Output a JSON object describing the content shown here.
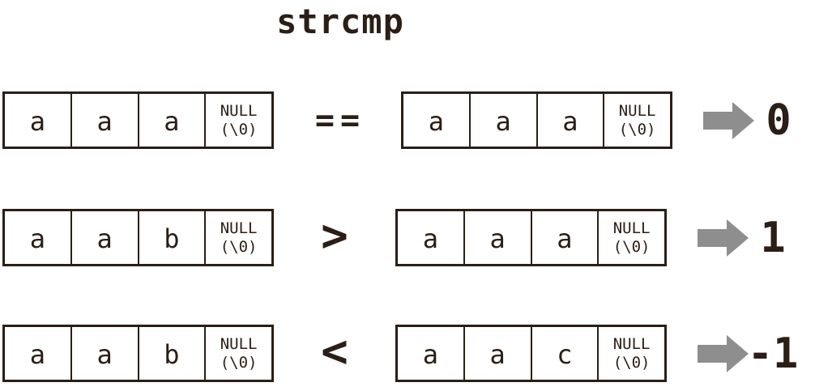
{
  "title": "strcmp",
  "colors": {
    "ink": "#2b1e16",
    "arrow": "#8e8e8e",
    "bg": "#ffffff"
  },
  "rows": [
    {
      "left": {
        "cells": [
          "a",
          "a",
          "a"
        ],
        "null_label": "NULL",
        "null_sub": "(\\0)"
      },
      "operator": "==",
      "right": {
        "cells": [
          "a",
          "a",
          "a"
        ],
        "null_label": "NULL",
        "null_sub": "(\\0)"
      },
      "result": "0"
    },
    {
      "left": {
        "cells": [
          "a",
          "a",
          "b"
        ],
        "null_label": "NULL",
        "null_sub": "(\\0)"
      },
      "operator": ">",
      "right": {
        "cells": [
          "a",
          "a",
          "a"
        ],
        "null_label": "NULL",
        "null_sub": "(\\0)"
      },
      "result": "1"
    },
    {
      "left": {
        "cells": [
          "a",
          "a",
          "b"
        ],
        "null_label": "NULL",
        "null_sub": "(\\0)"
      },
      "operator": "<",
      "right": {
        "cells": [
          "a",
          "a",
          "c"
        ],
        "null_label": "NULL",
        "null_sub": "(\\0)"
      },
      "result": "-1"
    }
  ]
}
